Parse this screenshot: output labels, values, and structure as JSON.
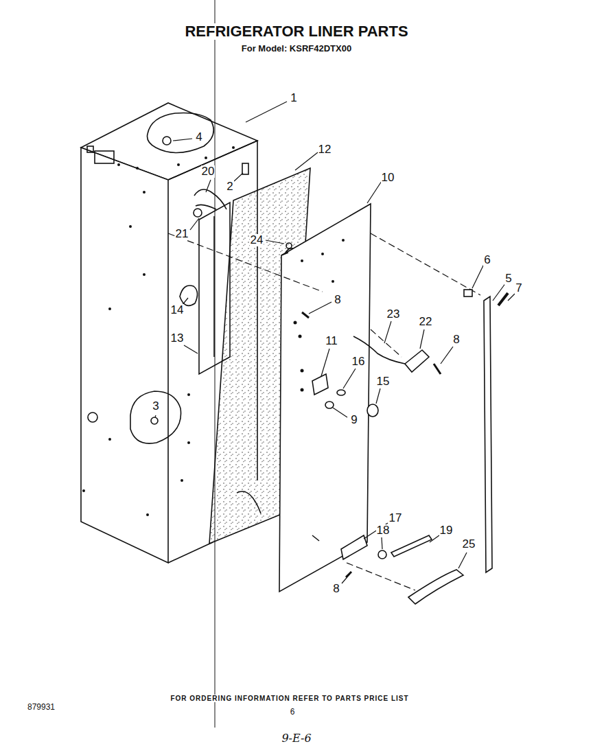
{
  "diagram": {
    "title": "REFRIGERATOR LINER PARTS",
    "caption": "FOR ORDERING INFORMATION REFER TO PARTS PRICE LIST",
    "labels": [
      "For Model: KSRF42DTX00",
      "1",
      "4",
      "12",
      "10",
      "20",
      "2",
      "21",
      "24",
      "8",
      "6",
      "5",
      "7",
      "23",
      "22",
      "8",
      "11",
      "16",
      "15",
      "9",
      "14",
      "13",
      "3",
      "17",
      "18",
      "19",
      "25",
      "8",
      "879931",
      "6",
      "9-E-6"
    ]
  }
}
